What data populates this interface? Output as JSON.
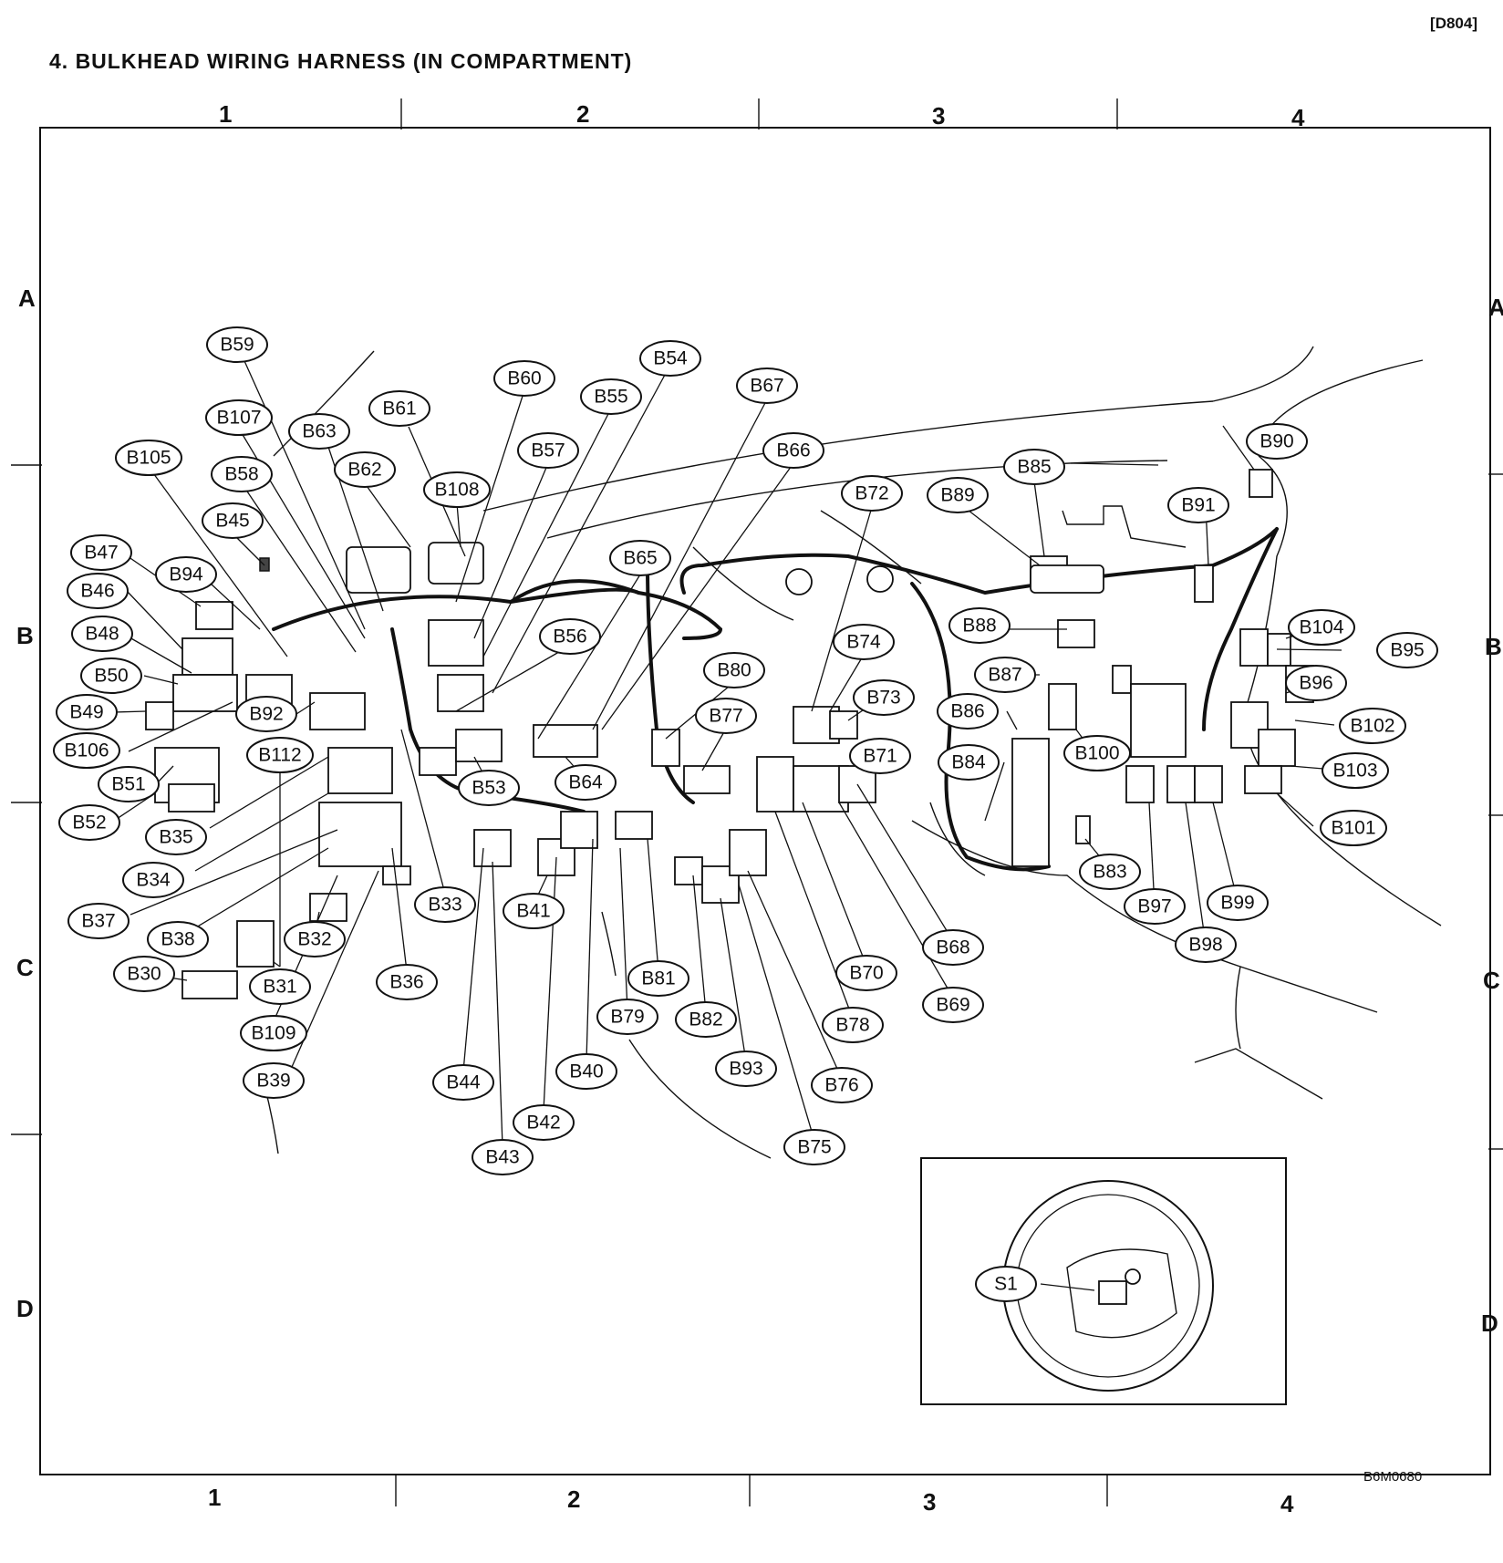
{
  "doc_code": "[D804]",
  "title": "4. BULKHEAD WIRING HARNESS (IN COMPARTMENT)",
  "grid": {
    "columns": [
      "1",
      "2",
      "3",
      "4"
    ],
    "rows": [
      "A",
      "B",
      "C",
      "D"
    ]
  },
  "figure_id": "B6M0680",
  "inset_callout": "S1",
  "connectors": [
    "B59",
    "B107",
    "B105",
    "B58",
    "B45",
    "B47",
    "B46",
    "B48",
    "B50",
    "B49",
    "B106",
    "B51",
    "B52",
    "B94",
    "B92",
    "B112",
    "B35",
    "B34",
    "B37",
    "B38",
    "B30",
    "B31",
    "B109",
    "B39",
    "B32",
    "B36",
    "B33",
    "B63",
    "B62",
    "B61",
    "B60",
    "B108",
    "B57",
    "B55",
    "B54",
    "B56",
    "B53",
    "B44",
    "B43",
    "B42",
    "B41",
    "B40",
    "B65",
    "B64",
    "B67",
    "B66",
    "B80",
    "B77",
    "B79",
    "B81",
    "B82",
    "B93",
    "B75",
    "B76",
    "B78",
    "B70",
    "B68",
    "B69",
    "B71",
    "B72",
    "B74",
    "B73",
    "B89",
    "B85",
    "B88",
    "B87",
    "B86",
    "B84",
    "B83",
    "B100",
    "B90",
    "B91",
    "B104",
    "B95",
    "B96",
    "B102",
    "B103",
    "B101",
    "B99",
    "B98",
    "B97"
  ]
}
